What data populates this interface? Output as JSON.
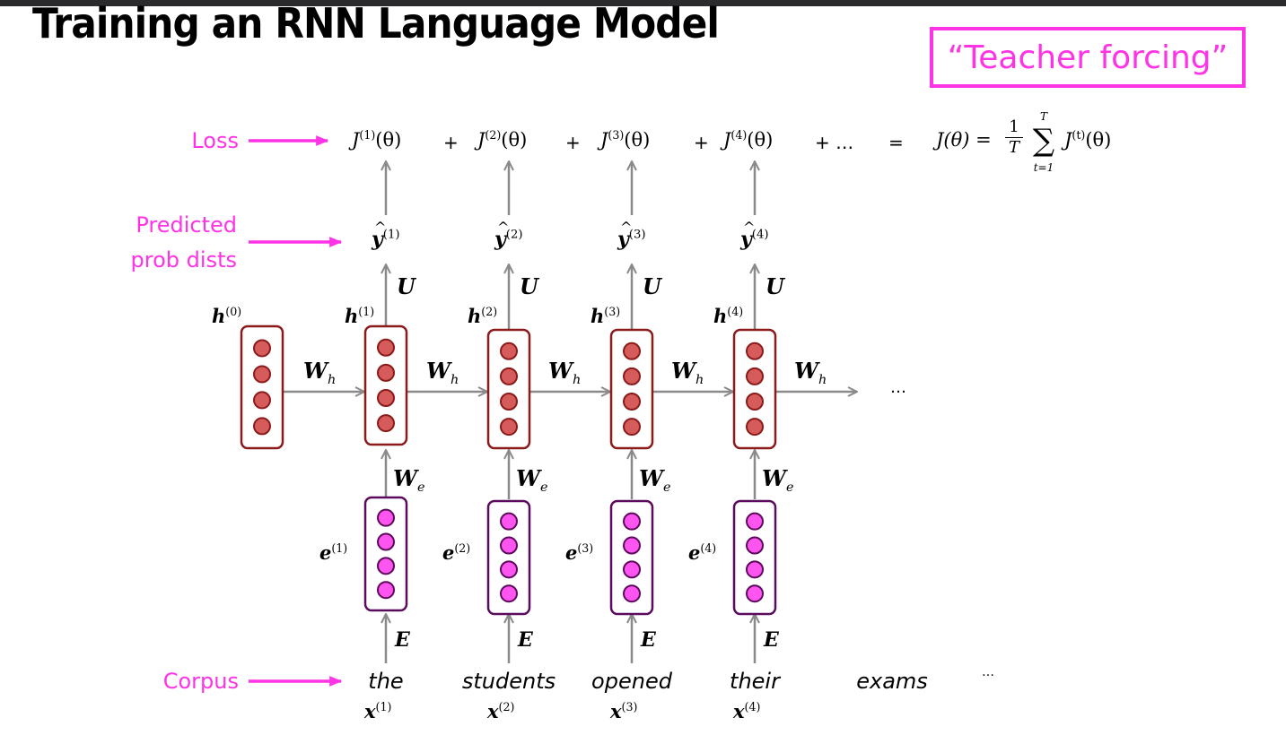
{
  "slide": {
    "title": "Training an RNN Language Model",
    "callout": "“Teacher forcing”"
  },
  "labels": {
    "loss": "Loss",
    "predicted_line1": "Predicted",
    "predicted_line2": "prob dists",
    "corpus": "Corpus"
  },
  "loss_row": {
    "terms": [
      {
        "sym": "J",
        "sup": "(1)",
        "arg": "(θ)"
      },
      {
        "sym": "J",
        "sup": "(2)",
        "arg": "(θ)"
      },
      {
        "sym": "J",
        "sup": "(3)",
        "arg": "(θ)"
      },
      {
        "sym": "J",
        "sup": "(4)",
        "arg": "(θ)"
      }
    ],
    "plus": "+",
    "plus_more": "+ …",
    "equals": "=",
    "formula": {
      "lhs": "J(θ) =",
      "frac_num": "1",
      "frac_den": "T",
      "sum_upper": "T",
      "sum_symbol": "∑",
      "sum_lower": "t=1",
      "term_sym": "J",
      "term_sup": "(t)",
      "term_arg": "(θ)"
    }
  },
  "timesteps": [
    {
      "y_hat": "(1)",
      "h": "(1)",
      "e": "(1)",
      "x": "(1)",
      "word": "the"
    },
    {
      "y_hat": "(2)",
      "h": "(2)",
      "e": "(2)",
      "x": "(2)",
      "word": "students"
    },
    {
      "y_hat": "(3)",
      "h": "(3)",
      "e": "(3)",
      "x": "(3)",
      "word": "opened"
    },
    {
      "y_hat": "(4)",
      "h": "(4)",
      "e": "(4)",
      "x": "(4)",
      "word": "their"
    }
  ],
  "h0": {
    "sym": "h",
    "sup": "(0)"
  },
  "weights": {
    "U": "U",
    "Wh": "W",
    "Wh_sub": "h",
    "We": "W",
    "We_sub": "e",
    "E": "E"
  },
  "sym": {
    "y": "y",
    "h": "h",
    "e": "e",
    "x": "x"
  },
  "extra_word": "exams",
  "ellipsis": "…",
  "colors": {
    "accent_pink": "#ff33e6",
    "hidden_fill": "#d65c5c",
    "hidden_border": "#8b1a1a",
    "embed_fill": "#ff55f0",
    "embed_border": "#5c0a5c",
    "arrow_gray": "#8a8a8a"
  }
}
